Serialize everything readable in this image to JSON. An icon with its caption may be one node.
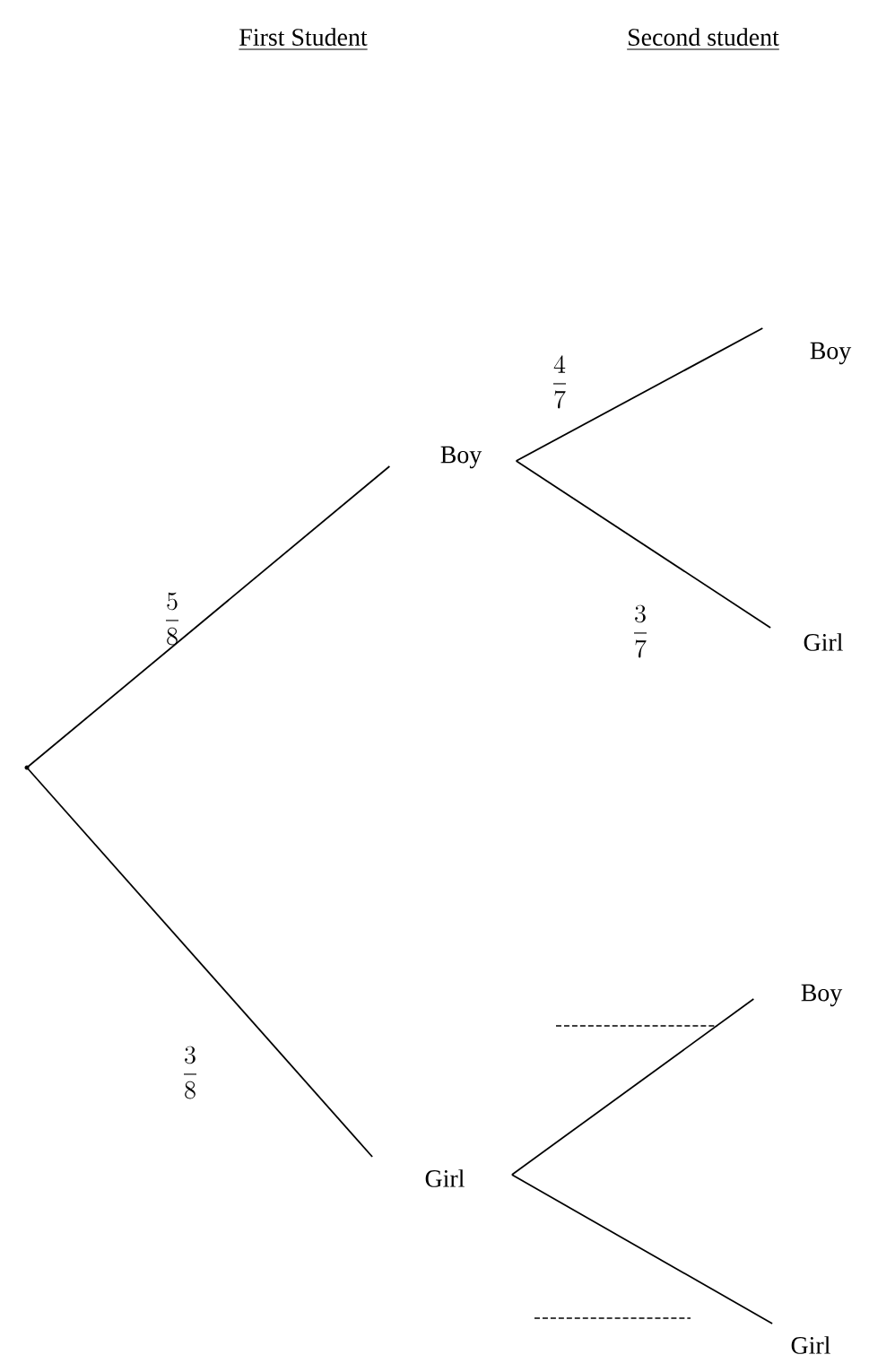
{
  "diagram": {
    "nodes": [
      {
        "text": [],
        "shape": "point"
      },
      {
        "text": [
          "Boy"
        ]
      },
      {
        "text": [
          "Girl"
        ]
      },
      {
        "text": [
          "Boy"
        ]
      },
      {
        "text": [
          "Girl"
        ]
      },
      {
        "text": [
          "Boy"
        ]
      },
      {
        "text": [
          "Girl"
        ]
      }
    ],
    "edges": [
      {
        "from": 0,
        "to": 1,
        "arrow": "none",
        "label": "\\frac{5}{8}"
      },
      {
        "from": 0,
        "to": 2,
        "arrow": "none",
        "label": "\\frac{3}{8}"
      },
      {
        "from": 1,
        "to": 3,
        "arrow": "none",
        "label": "\\frac{4}{7}"
      },
      {
        "from": 1,
        "to": 4,
        "arrow": "none",
        "label": "\\frac{3}{7}"
      },
      {
        "from": 2,
        "to": 5,
        "arrow": "none"
      },
      {
        "from": 2,
        "to": 6,
        "arrow": "none"
      }
    ],
    "labels": [
      "First Student",
      "Second student"
    ]
  }
}
